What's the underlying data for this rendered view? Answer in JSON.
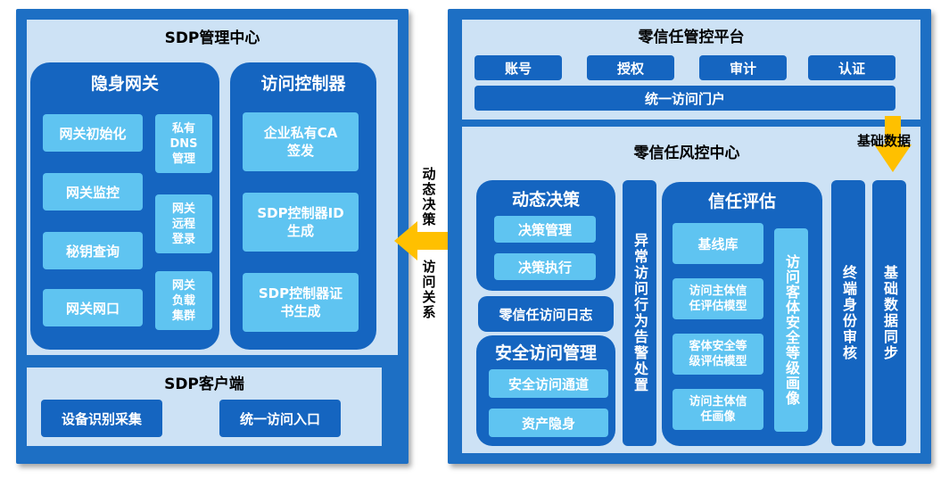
{
  "left": {
    "title": "SDP管理中心",
    "gateway": {
      "title": "隐身网关",
      "items": [
        "网关初始化",
        "网关监控",
        "秘钥查询",
        "网关网口"
      ],
      "items_right": [
        "私有\nDNS\n管理",
        "网关\n远程\n登录",
        "网关\n负载\n集群"
      ]
    },
    "controller": {
      "title": "访问控制器",
      "items": [
        "企业私有CA\n签发",
        "SDP控制器ID\n生成",
        "SDP控制器证\n书生成"
      ]
    },
    "client": {
      "title": "SDP客户端",
      "items": [
        "设备识别采集",
        "统一访问入口"
      ]
    }
  },
  "middle": {
    "arrow_label_top": "动态决策",
    "arrow_label_bottom": "访问关系"
  },
  "right": {
    "platform": {
      "title": "零信任管控平台",
      "buttons": [
        "账号",
        "授权",
        "审计",
        "认证"
      ],
      "portal": "统一访问门户"
    },
    "base_data_label": "基础数据",
    "risk": {
      "title": "零信任风控中心",
      "decision": {
        "title": "动态决策",
        "items": [
          "决策管理",
          "决策执行"
        ]
      },
      "log": "零信任访问日志",
      "secure": {
        "title": "安全访问管理",
        "items": [
          "安全访问通道",
          "资产隐身"
        ]
      },
      "anomaly": "异常访问行为告警处置",
      "trust": {
        "title": "信任评估",
        "items": [
          "基线库",
          "访问主体信\n任评估模型",
          "客体安全等\n级评估模型",
          "访问主体信\n任画像"
        ],
        "side": "访问客体安全等级画像"
      },
      "terminal": "终端身份审核",
      "sync": "基础数据同步"
    }
  }
}
